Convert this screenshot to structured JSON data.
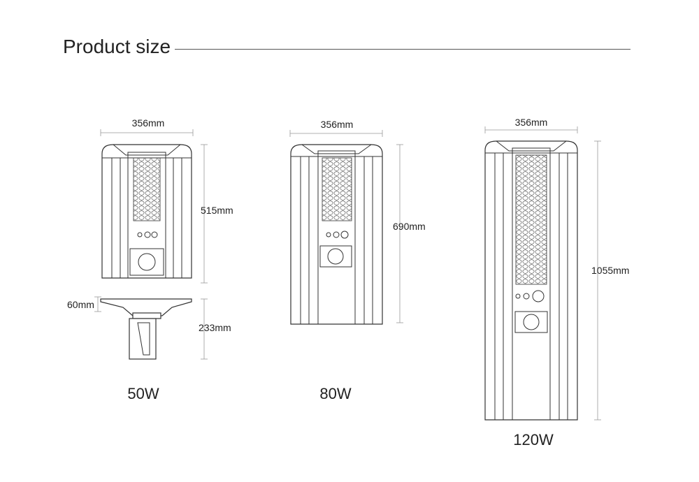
{
  "header": {
    "title": "Product size"
  },
  "products": [
    {
      "wattage": "50W",
      "width": "356mm",
      "height": "515mm",
      "bracket_thickness": "60mm",
      "bracket_height": "233mm"
    },
    {
      "wattage": "80W",
      "width": "356mm",
      "height": "690mm"
    },
    {
      "wattage": "120W",
      "width": "356mm",
      "height": "1055mm"
    }
  ],
  "colors": {
    "line": "#333333",
    "dimension_line": "#999999",
    "text": "#222222",
    "background": "#ffffff"
  }
}
